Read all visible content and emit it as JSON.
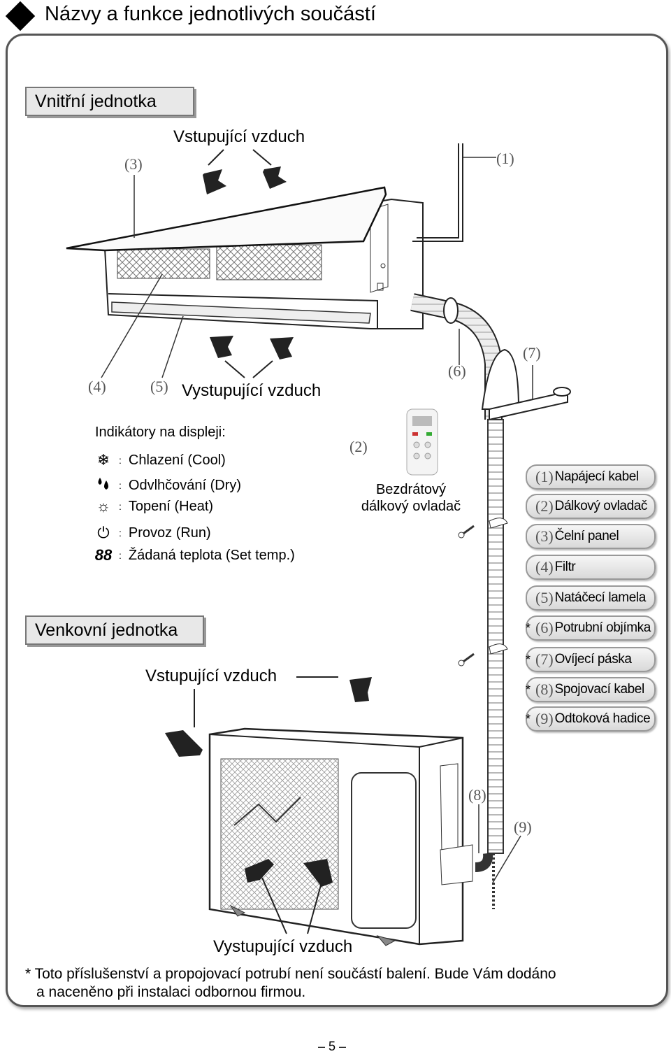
{
  "header": {
    "title": "Názvy a funkce jednotlivých součástí"
  },
  "indoor": {
    "label": "Vnitřní jednotka",
    "air_in": "Vstupující vzduch",
    "air_out": "Vystupující vzduch"
  },
  "display": {
    "heading": "Indikátory na displeji:",
    "items": [
      {
        "icon": "snowflake-icon",
        "glyph": "❄",
        "text": "Chlazení (Cool)"
      },
      {
        "icon": "drops-icon",
        "glyph": "💧",
        "text": "Odvlhčování (Dry)"
      },
      {
        "icon": "sun-icon",
        "glyph": "☼",
        "text": "Topení (Heat)"
      },
      {
        "icon": "power-icon",
        "glyph": "⏻",
        "text": "Provoz (Run)"
      },
      {
        "icon": "digits-icon",
        "glyph": "88",
        "text": "Žádaná teplota (Set temp.)"
      }
    ]
  },
  "remote": {
    "ref": "(2)",
    "caption_line1": "Bezdrátový",
    "caption_line2": "dálkový ovladač"
  },
  "outdoor": {
    "label": "Venkovní jednotka",
    "air_in": "Vstupující vzduch",
    "air_out": "Vystupující vzduch"
  },
  "callouts": [
    "(1)",
    "(3)",
    "(4)",
    "(5)",
    "(6)",
    "(7)",
    "(8)",
    "(9)"
  ],
  "parts": [
    {
      "num": "(1)",
      "name": "Napájecí kabel",
      "star": ""
    },
    {
      "num": "(2)",
      "name": "Dálkový ovladač",
      "star": ""
    },
    {
      "num": "(3)",
      "name": "Čelní panel",
      "star": ""
    },
    {
      "num": "(4)",
      "name": "Filtr",
      "star": ""
    },
    {
      "num": "(5)",
      "name": "Natáčecí lamela",
      "star": ""
    },
    {
      "num": "(6)",
      "name": "Potrubní objímka",
      "star": "*"
    },
    {
      "num": "(7)",
      "name": "Ovíjecí páska",
      "star": "*"
    },
    {
      "num": "(8)",
      "name": "Spojovací kabel",
      "star": "*"
    },
    {
      "num": "(9)",
      "name": "Odtoková hadice",
      "star": "*"
    }
  ],
  "footnote": {
    "line1": "* Toto příslušenství a propojovací potrubí není součástí balení. Bude Vám dodáno",
    "line2": "a naceněno při instalaci odbornou firmou."
  },
  "page": {
    "number": "– 5 –"
  }
}
